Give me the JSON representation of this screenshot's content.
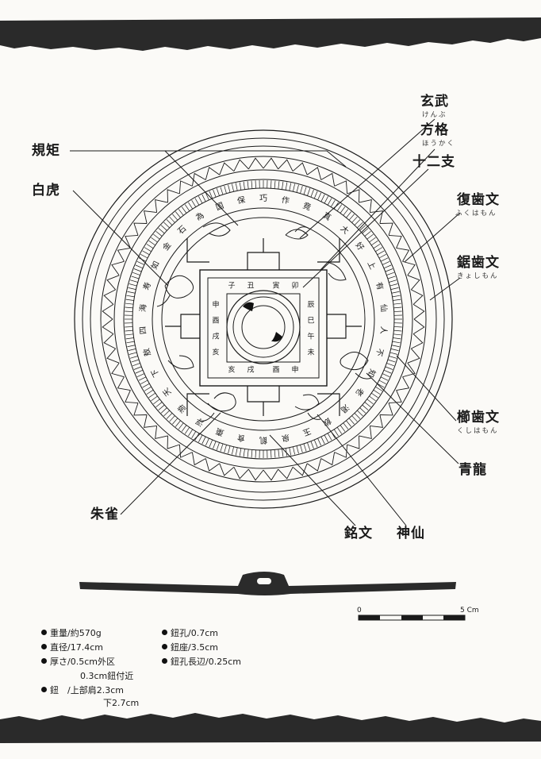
{
  "labels": {
    "genbu": "玄武",
    "genbu_ruby": "けんぶ",
    "houkaku": "方格",
    "houkaku_ruby": "ほうかく",
    "juunishi": "十二支",
    "kukishi": "規矩",
    "byakko": "白虎",
    "fukushimon": "復歯文",
    "fukushimon_ruby": "ふくはもん",
    "kyoshimon": "鋸歯文",
    "kyoshimon_ruby": "きょしもん",
    "kushishimon": "櫛歯文",
    "kushishimon_ruby": "くしはもん",
    "seiryu": "青龍",
    "suzaku": "朱雀",
    "meibun": "銘文",
    "shinsen": "神仙"
  },
  "specs": {
    "weight": "重量/約570g",
    "diameter": "直径/17.4cm",
    "thickness": "厚さ/0.5cm外区",
    "thickness_2": "0.3cm鈕付近",
    "knob": "鈕　/上部肩2.3cm",
    "knob_2": "下2.7cm",
    "knob_hole": "鈕孔/0.7cm",
    "knob_seat": "鈕座/3.5cm",
    "knob_hole_length": "鈕孔長辺/0.25cm"
  },
  "scale": {
    "start": "0",
    "end": "5 Cm"
  },
  "mirror_glyphs": {
    "outer_band": [
      "巧",
      "作",
      "竟",
      "真",
      "大",
      "好",
      "上",
      "有",
      "仙",
      "人",
      "不",
      "知",
      "老",
      "渇",
      "飲",
      "玉",
      "泉",
      "飢",
      "食",
      "棗",
      "浮",
      "游",
      "天",
      "下",
      "敖",
      "四",
      "海",
      "寿",
      "如",
      "金",
      "石",
      "為",
      "国",
      "保"
    ],
    "square_top": [
      "子",
      "丑",
      "寅",
      "卯"
    ],
    "square_right": [
      "辰",
      "巳",
      "午",
      "未"
    ],
    "square_bottom": [
      "申",
      "酉",
      "戌",
      "亥"
    ],
    "square_left": [
      "亥",
      "戌",
      "酉",
      "申"
    ]
  },
  "colors": {
    "ink": "#1a1a1a",
    "paper": "#fbfaf7",
    "band": "#2a2a2a"
  }
}
